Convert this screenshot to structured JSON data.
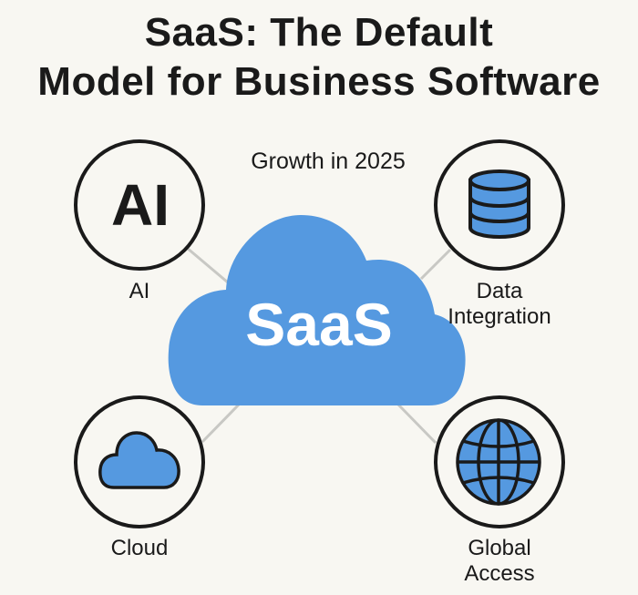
{
  "title": {
    "line1": "SaaS: The Default",
    "line2": "Model for Business Software"
  },
  "subtitle": "Growth in 2025",
  "center": {
    "label": "SaaS",
    "icon": "cloud-icon"
  },
  "nodes": [
    {
      "label": "AI",
      "icon_text": "AI",
      "icon": "ai-text-icon"
    },
    {
      "label_line1": "Data",
      "label_line2": "Integration",
      "icon": "database-icon"
    },
    {
      "label": "Cloud",
      "icon": "cloud-icon"
    },
    {
      "label_line1": "Global",
      "label_line2": "Access",
      "icon": "globe-icon"
    }
  ],
  "colors": {
    "accent": "#5599e0",
    "background": "#f8f7f2",
    "connector": "#c8c8c4",
    "outline": "#1a1a1a"
  }
}
